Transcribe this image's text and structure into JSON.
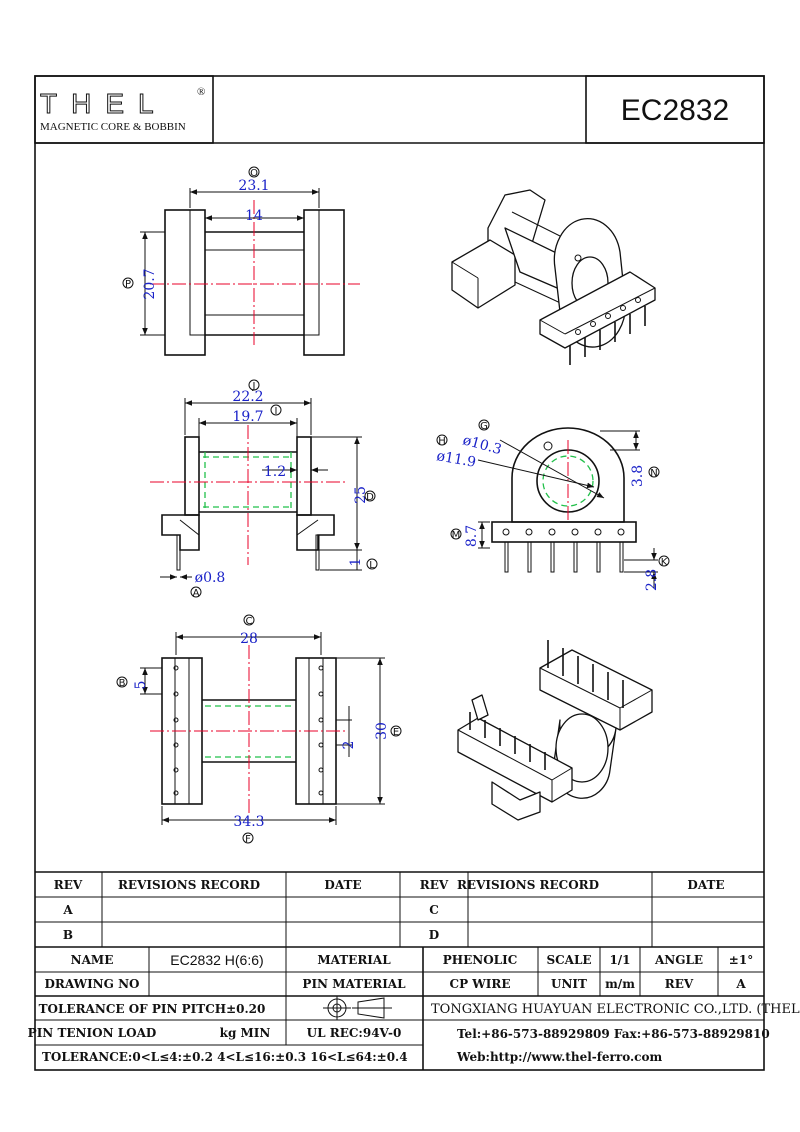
{
  "brand": {
    "name": "THEL",
    "registered": "®",
    "tagline": "MAGNETIC CORE & BOBBIN"
  },
  "title": "EC2832",
  "dimensions": {
    "O": "23.1",
    "top_width": "14",
    "P": "20.7",
    "J": "22.2",
    "I": "19.7",
    "gap": "1.2",
    "D": "25",
    "L": "1",
    "A": "ø0.8",
    "G": "ø10.3",
    "H": "ø11.9",
    "N": "3.8",
    "M": "8.7",
    "K": "2.8",
    "C": "28",
    "B": "5",
    "pitch": "2",
    "E": "30",
    "F": "34.3"
  },
  "labels": {
    "A": "A",
    "B": "B",
    "C": "C",
    "D": "D",
    "E": "E",
    "F": "F",
    "G": "G",
    "H": "H",
    "I": "I",
    "J": "J",
    "K": "K",
    "L": "L",
    "M": "M",
    "N": "N",
    "O": "O",
    "P": "P"
  },
  "table": {
    "rev_header": "REV",
    "revisions_header": "REVISIONS RECORD",
    "date_header": "DATE",
    "rev_a": "A",
    "rev_b": "B",
    "rev_c": "C",
    "rev_d": "D",
    "name_label": "NAME",
    "name_value": "EC2832 H(6:6)",
    "material_label": "MATERIAL",
    "material_value": "PHENOLIC",
    "scale_label": "SCALE",
    "scale_value": "1/1",
    "angle_label": "ANGLE",
    "angle_value": "±1°",
    "drawing_no_label": "DRAWING NO",
    "pin_material_label": "PIN MATERIAL",
    "pin_material_value": "CP WIRE",
    "unit_label": "UNIT",
    "unit_value": "m/m",
    "rev_label": "REV",
    "rev_value": "A",
    "tolerance_pitch": "TOLERANCE OF PIN PITCH±0.20",
    "pin_tension": "PIN TENION LOAD",
    "pin_tension_unit": "kg MIN",
    "ul_rec": "UL REC:94V-0",
    "tolerance": "TOLERANCE:0<L≤4:±0.2  4<L≤16:±0.3  16<L≤64:±0.4",
    "company": "TONGXIANG HUAYUAN ELECTRONIC CO.,LTD.  (THEL)",
    "tel": "Tel:+86-573-88929809 Fax:+86-573-88929810",
    "web": "Web:http://www.thel-ferro.com"
  }
}
